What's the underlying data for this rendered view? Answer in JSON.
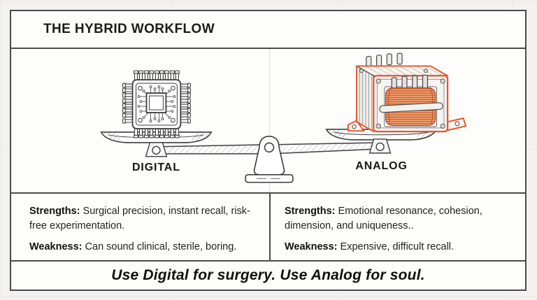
{
  "title": "THE HYBRID WORKFLOW",
  "scale": {
    "left_label": "DIGITAL",
    "right_label": "ANALOG",
    "left_icon": "microchip-icon",
    "right_icon": "transformer-icon"
  },
  "panels": {
    "digital": {
      "strengths_label": "Strengths:",
      "strengths_text": " Surgical precision, instant recall, risk-free experimentation.",
      "weakness_label": "Weakness:",
      "weakness_text": " Can sound clinical, sterile, boring."
    },
    "analog": {
      "strengths_label": "Strengths:",
      "strengths_text": " Emotional resonance, cohesion, dimension, and uniqueness..",
      "weakness_label": "Weakness:",
      "weakness_text": " Expensive, difficult recall."
    }
  },
  "tagline": "Use Digital for surgery. Use Analog for soul.",
  "colors": {
    "accent_orange": "#E8552A",
    "coil_copper": "#F2A678",
    "coil_wire": "#C65524",
    "line_dark": "#3D3D3D",
    "border": "#4A4A4A",
    "background": "#F3F2EF"
  }
}
